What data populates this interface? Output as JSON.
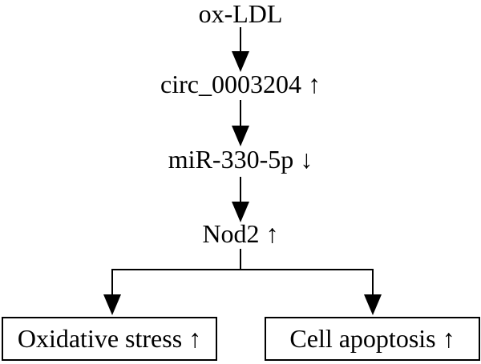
{
  "flowchart": {
    "nodes": [
      {
        "id": "ox-ldl",
        "label": "ox-LDL"
      },
      {
        "id": "circ-0003204",
        "label": "circ_0003204 ↑",
        "regulation": "up"
      },
      {
        "id": "mir-330-5p",
        "label": "miR-330-5p ↓",
        "regulation": "down"
      },
      {
        "id": "nod2",
        "label": "Nod2 ↑",
        "regulation": "up"
      },
      {
        "id": "oxidative-stress",
        "label": "Oxidative stress ↑",
        "regulation": "up",
        "boxed": true
      },
      {
        "id": "cell-apoptosis",
        "label": "Cell apoptosis ↑",
        "regulation": "up",
        "boxed": true
      }
    ],
    "edges": [
      {
        "from": "ox-ldl",
        "to": "circ-0003204"
      },
      {
        "from": "circ-0003204",
        "to": "mir-330-5p"
      },
      {
        "from": "mir-330-5p",
        "to": "nod2"
      },
      {
        "from": "nod2",
        "to": "oxidative-stress"
      },
      {
        "from": "nod2",
        "to": "cell-apoptosis"
      }
    ],
    "colors": {
      "line": "#000000",
      "text": "#000000",
      "background": "#ffffff"
    }
  }
}
